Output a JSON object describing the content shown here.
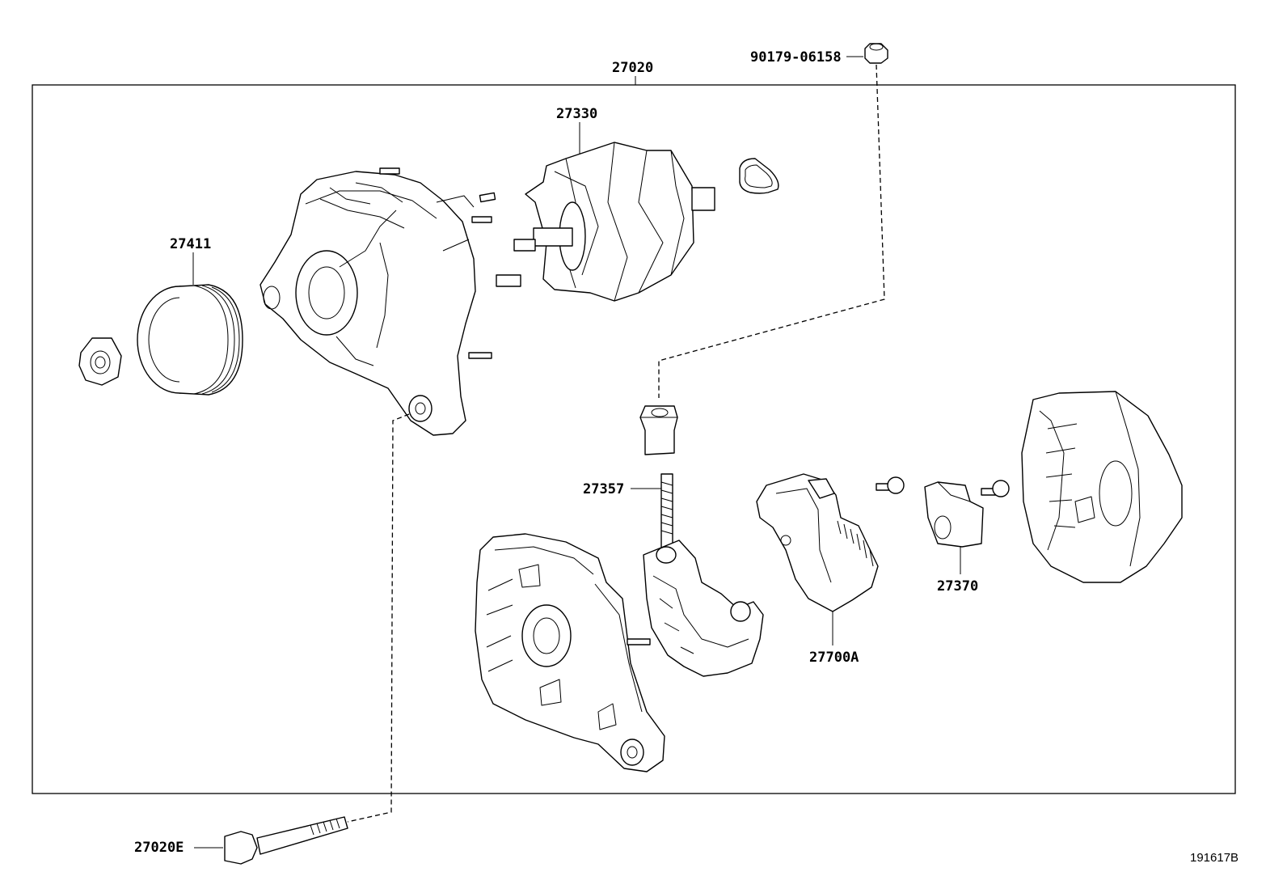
{
  "diagram": {
    "assembly_label": "27020",
    "reference_code": "191617B",
    "parts": {
      "nut_top": "90179-06158",
      "rotor": "27330",
      "pulley": "27411",
      "brush_lead": "27357",
      "terminal_insulator": "27370",
      "regulator": "27700A",
      "through_bolt": "27020E"
    }
  }
}
